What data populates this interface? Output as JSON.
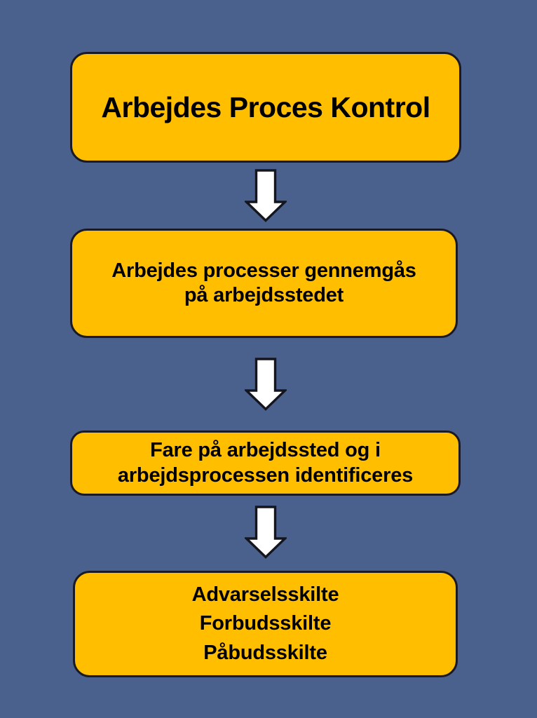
{
  "diagram": {
    "title": "Arbejdes Proces Kontrol",
    "type": "vertical-flowchart",
    "background_color": "#4a608d",
    "node_fill_color": "#ffbf00",
    "node_border_color": "#1a1a26",
    "arrow_fill_color": "#ffffff",
    "arrow_outline_color": "#1a1a26",
    "nodes": [
      {
        "id": "node-1",
        "role": "title",
        "lines": [
          "Arbejdes Proces Kontrol"
        ]
      },
      {
        "id": "node-2",
        "role": "step",
        "lines": [
          "Arbejdes processer gennemgås",
          "på arbejdsstedet"
        ]
      },
      {
        "id": "node-3",
        "role": "step",
        "lines": [
          "Fare på arbejdssted og i",
          "arbejdsprocessen identificeres"
        ]
      },
      {
        "id": "node-4",
        "role": "outcome",
        "lines": [
          "Advarselsskilte",
          "Forbudsskilte",
          "Påbudsskilte"
        ]
      }
    ],
    "connectors": [
      {
        "id": "arrow-1",
        "icon": "arrow-down-icon",
        "from": "node-1",
        "to": "node-2"
      },
      {
        "id": "arrow-2",
        "icon": "arrow-down-icon",
        "from": "node-2",
        "to": "node-3"
      },
      {
        "id": "arrow-3",
        "icon": "arrow-down-icon",
        "from": "node-3",
        "to": "node-4"
      }
    ]
  }
}
